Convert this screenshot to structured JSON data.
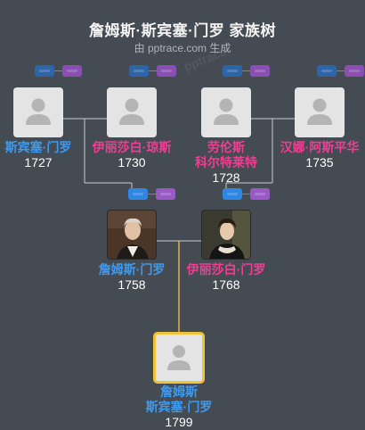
{
  "header": {
    "title": "詹姆斯·斯宾塞·门罗 家族树",
    "subtitle": "由 pptrace.com 生成",
    "watermark": "pptrace"
  },
  "colors": {
    "background": "#454b53",
    "male": "#3d9aef",
    "female": "#ee3f93",
    "focus_border": "#f3c23b",
    "focus_line": "#e0b34a",
    "line": "#c9ccd0"
  },
  "people": {
    "p1": {
      "name_lines": [
        "斯宾塞·门罗"
      ],
      "year": "1727",
      "gender": "male",
      "photo": "placeholder"
    },
    "p2": {
      "name_lines": [
        "伊丽莎白·琼斯"
      ],
      "year": "1730",
      "gender": "female",
      "photo": "placeholder"
    },
    "p3": {
      "name_lines": [
        "劳伦斯",
        "科尔特莱特"
      ],
      "year": "1728",
      "gender": "female",
      "photo": "placeholder"
    },
    "p4": {
      "name_lines": [
        "汉娜·阿斯平华"
      ],
      "year": "1735",
      "gender": "female",
      "photo": "placeholder"
    },
    "p5": {
      "name_lines": [
        "詹姆斯·门罗"
      ],
      "year": "1758",
      "gender": "male",
      "photo": "portrait-man"
    },
    "p6": {
      "name_lines": [
        "伊丽莎白·门罗"
      ],
      "year": "1768",
      "gender": "female",
      "photo": "portrait-woman"
    },
    "p7": {
      "name_lines": [
        "詹姆斯",
        "斯宾塞·门罗"
      ],
      "year": "1799",
      "gender": "male",
      "photo": "placeholder"
    }
  }
}
